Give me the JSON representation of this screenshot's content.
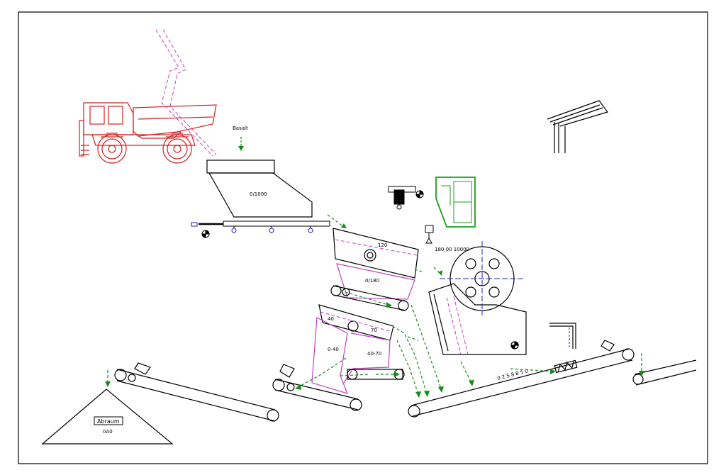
{
  "labels": {
    "material": "Basalt",
    "bunker_size": "0/1000",
    "screen_top": "120",
    "screen_bottom": "0/180",
    "crusher_size": "180,00 10000",
    "screen2_left": "40",
    "screen2_right": "70",
    "bin_left": "0-40",
    "bin_right": "40-70",
    "main_belt": "0 2 5 8 8 5 0",
    "pile_name": "Abraum",
    "pile_size": "0A0"
  },
  "colors": {
    "truck": "#d42020",
    "chute": "#c040c0",
    "flow_arrows": "#1a8a1a",
    "motor_box": "#1aa01a",
    "outline": "#000000",
    "axis": "#2020c0"
  }
}
